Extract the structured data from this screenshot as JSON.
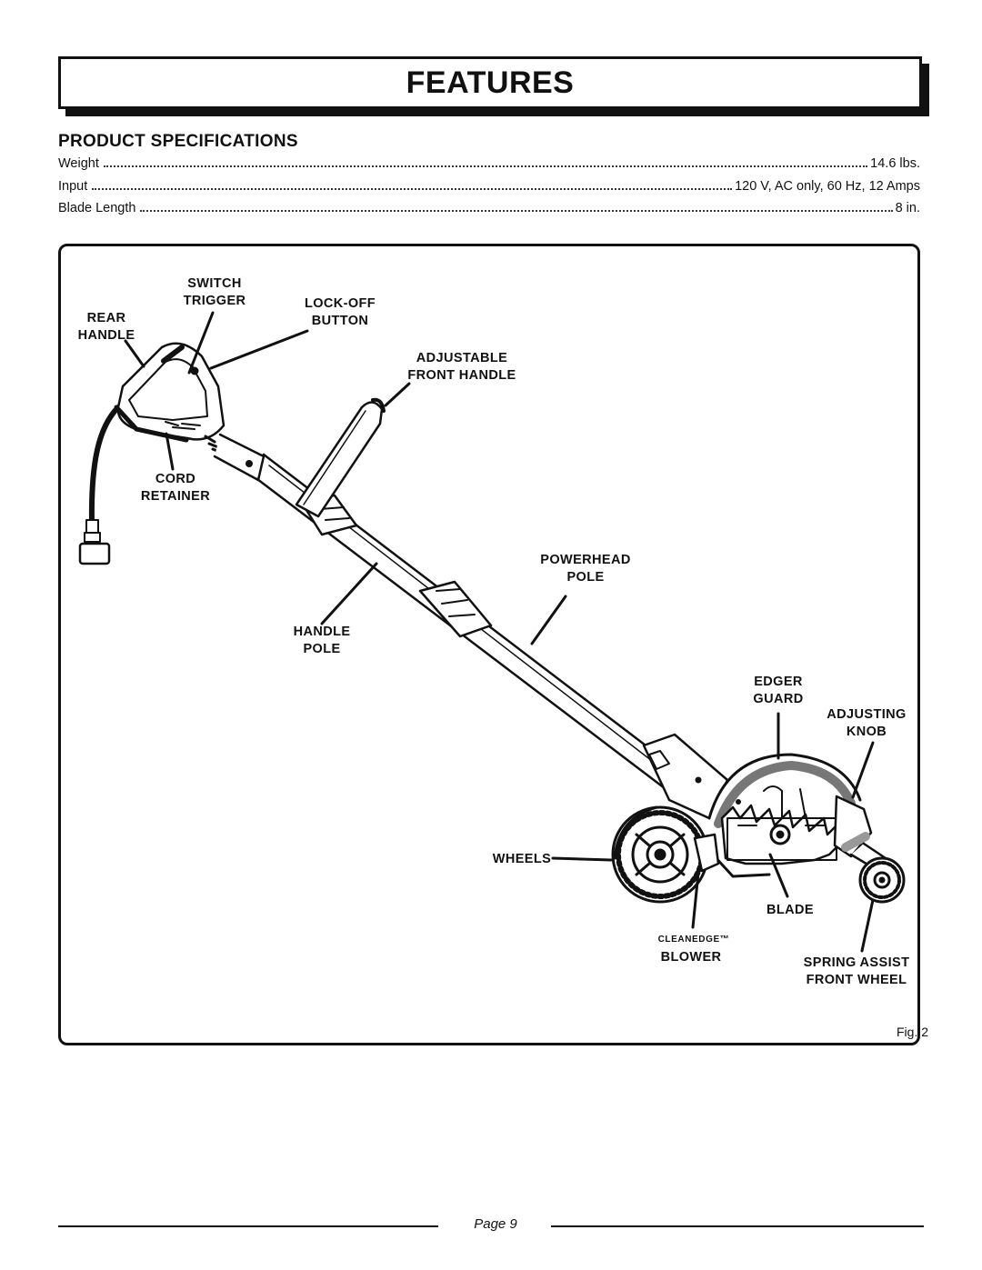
{
  "banner": {
    "title": "FEATURES"
  },
  "specs": {
    "heading": "PRODUCT SPECIFICATIONS",
    "rows": [
      {
        "label": "Weight",
        "value": "14.6 lbs."
      },
      {
        "label": "Input",
        "value": "120 V, AC only, 60 Hz, 12 Amps"
      },
      {
        "label": "Blade Length",
        "value": "8 in."
      }
    ]
  },
  "figure": {
    "labels": {
      "switch_trigger": [
        "SWITCH",
        "TRIGGER"
      ],
      "lock_off_button": [
        "LOCK-OFF",
        "BUTTON"
      ],
      "rear_handle": [
        "REAR",
        "HANDLE"
      ],
      "adjustable_front_handle": [
        "ADJUSTABLE",
        "FRONT HANDLE"
      ],
      "cord_retainer": [
        "CORD",
        "RETAINER"
      ],
      "powerhead_pole": [
        "POWERHEAD",
        "POLE"
      ],
      "handle_pole": [
        "HANDLE",
        "POLE"
      ],
      "edger_guard": [
        "EDGER",
        "GUARD"
      ],
      "adjusting_knob": [
        "ADJUSTING",
        "KNOB"
      ],
      "wheels": "WHEELS",
      "blade": "BLADE",
      "cleanedge_brand": "CLEANEDGE™",
      "blower": "BLOWER",
      "spring_assist_front_wheel": [
        "SPRING ASSIST",
        "FRONT WHEEL"
      ]
    },
    "caption": "Fig. 2"
  },
  "footer": {
    "page_label": "Page 9"
  }
}
